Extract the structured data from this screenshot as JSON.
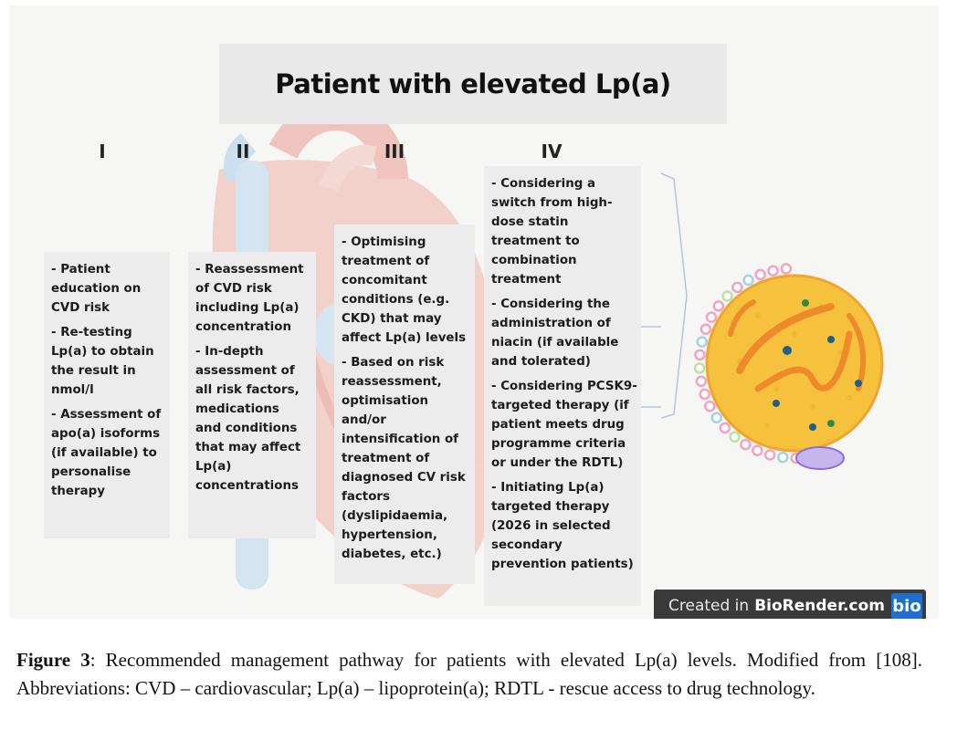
{
  "title": "Patient with elevated Lp(a)",
  "stages": [
    "I",
    "II",
    "III",
    "IV"
  ],
  "steps": [
    {
      "items": [
        "- Patient\neducation on\nCVD risk",
        "- Re-testing\nLp(a) to obtain\nthe result in\nnmol/l",
        "- Assessment of\napo(a) isoforms\n(if available) to\npersonalise\ntherapy"
      ]
    },
    {
      "items": [
        "- Reassessment\nof CVD risk\nincluding Lp(a)\nconcentration",
        "- In-depth\nassessment of\nall risk factors,\nmedications\nand conditions\nthat may affect\nLp(a)\nconcentrations"
      ]
    },
    {
      "items": [
        "- Optimising\ntreatment of\nconcomitant\nconditions (e.g.\nCKD) that may\naffect Lp(a) levels",
        "- Based on risk\nreassessment,\noptimisation\nand/or\nintensification of\ntreatment of\ndiagnosed CV risk\nfactors\n(dyslipidaemia,\nhypertension,\ndiabetes, etc.)"
      ]
    },
    {
      "items": [
        "- Considering a\nswitch from high-\ndose statin\ntreatment to\ncombination\ntreatment",
        "- Considering the\nadministration of\nniacin (if available\nand tolerated)",
        "- Considering PCSK9-\ntargeted therapy (if\npatient meets drug\nprogramme criteria\nor under the RDTL)",
        "- Initiating Lp(a)\ntargeted therapy\n(2026 in selected\nsecondary\nprevention patients)"
      ]
    }
  ],
  "badge": {
    "prefix": "Created in",
    "brand": "BioRender.com",
    "logo": "bio"
  },
  "caption": {
    "label": "Figure 3",
    "text": ": Recommended management pathway for patients with elevated Lp(a) levels. Modified from [108]. Abbreviations: CVD – cardiovascular; Lp(a) – lipoprotein(a); RDTL - rescue access to drug technology."
  },
  "colors": {
    "panel_bg": "#f6f6f4",
    "box_bg": "#ececec",
    "heart_red": "#e9a49c",
    "vessel_blue": "#9cc6e6",
    "particle_yellow": "#f6c23e",
    "particle_orange": "#ee8a2a"
  }
}
